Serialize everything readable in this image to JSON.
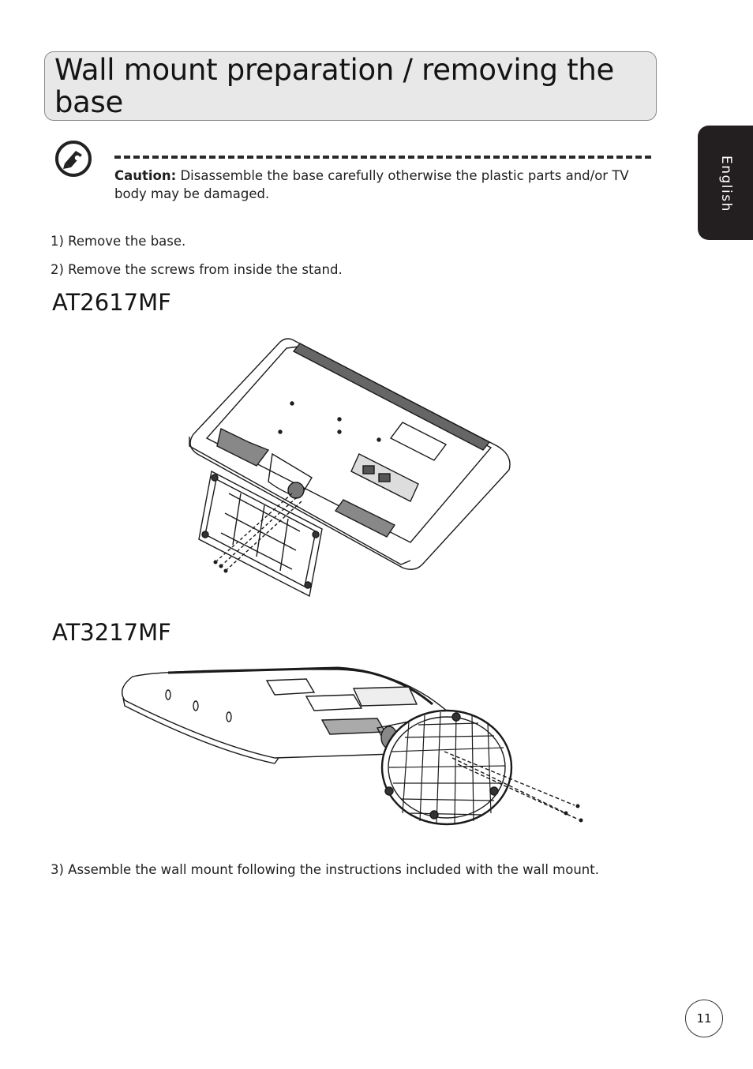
{
  "header": {
    "title": "Wall mount preparation / removing the base"
  },
  "side_tab": {
    "label": "English"
  },
  "caution": {
    "icon": "caution-note-icon",
    "label": "Caution:",
    "text": " Disassemble the base carefully otherwise the plastic parts and/or TV body may be damaged."
  },
  "steps": {
    "step1": "1) Remove the base.",
    "step2": "2) Remove the screws from inside the stand.",
    "step3": "3) Assemble the wall mount following the instructions included with the wall mount."
  },
  "models": {
    "model1": "AT2617MF",
    "model2": "AT3217MF"
  },
  "footer": {
    "page_number": "11"
  },
  "colors": {
    "title_background": "#e8e8e8",
    "tab_background": "#231f20",
    "text": "#1e1e1e"
  }
}
